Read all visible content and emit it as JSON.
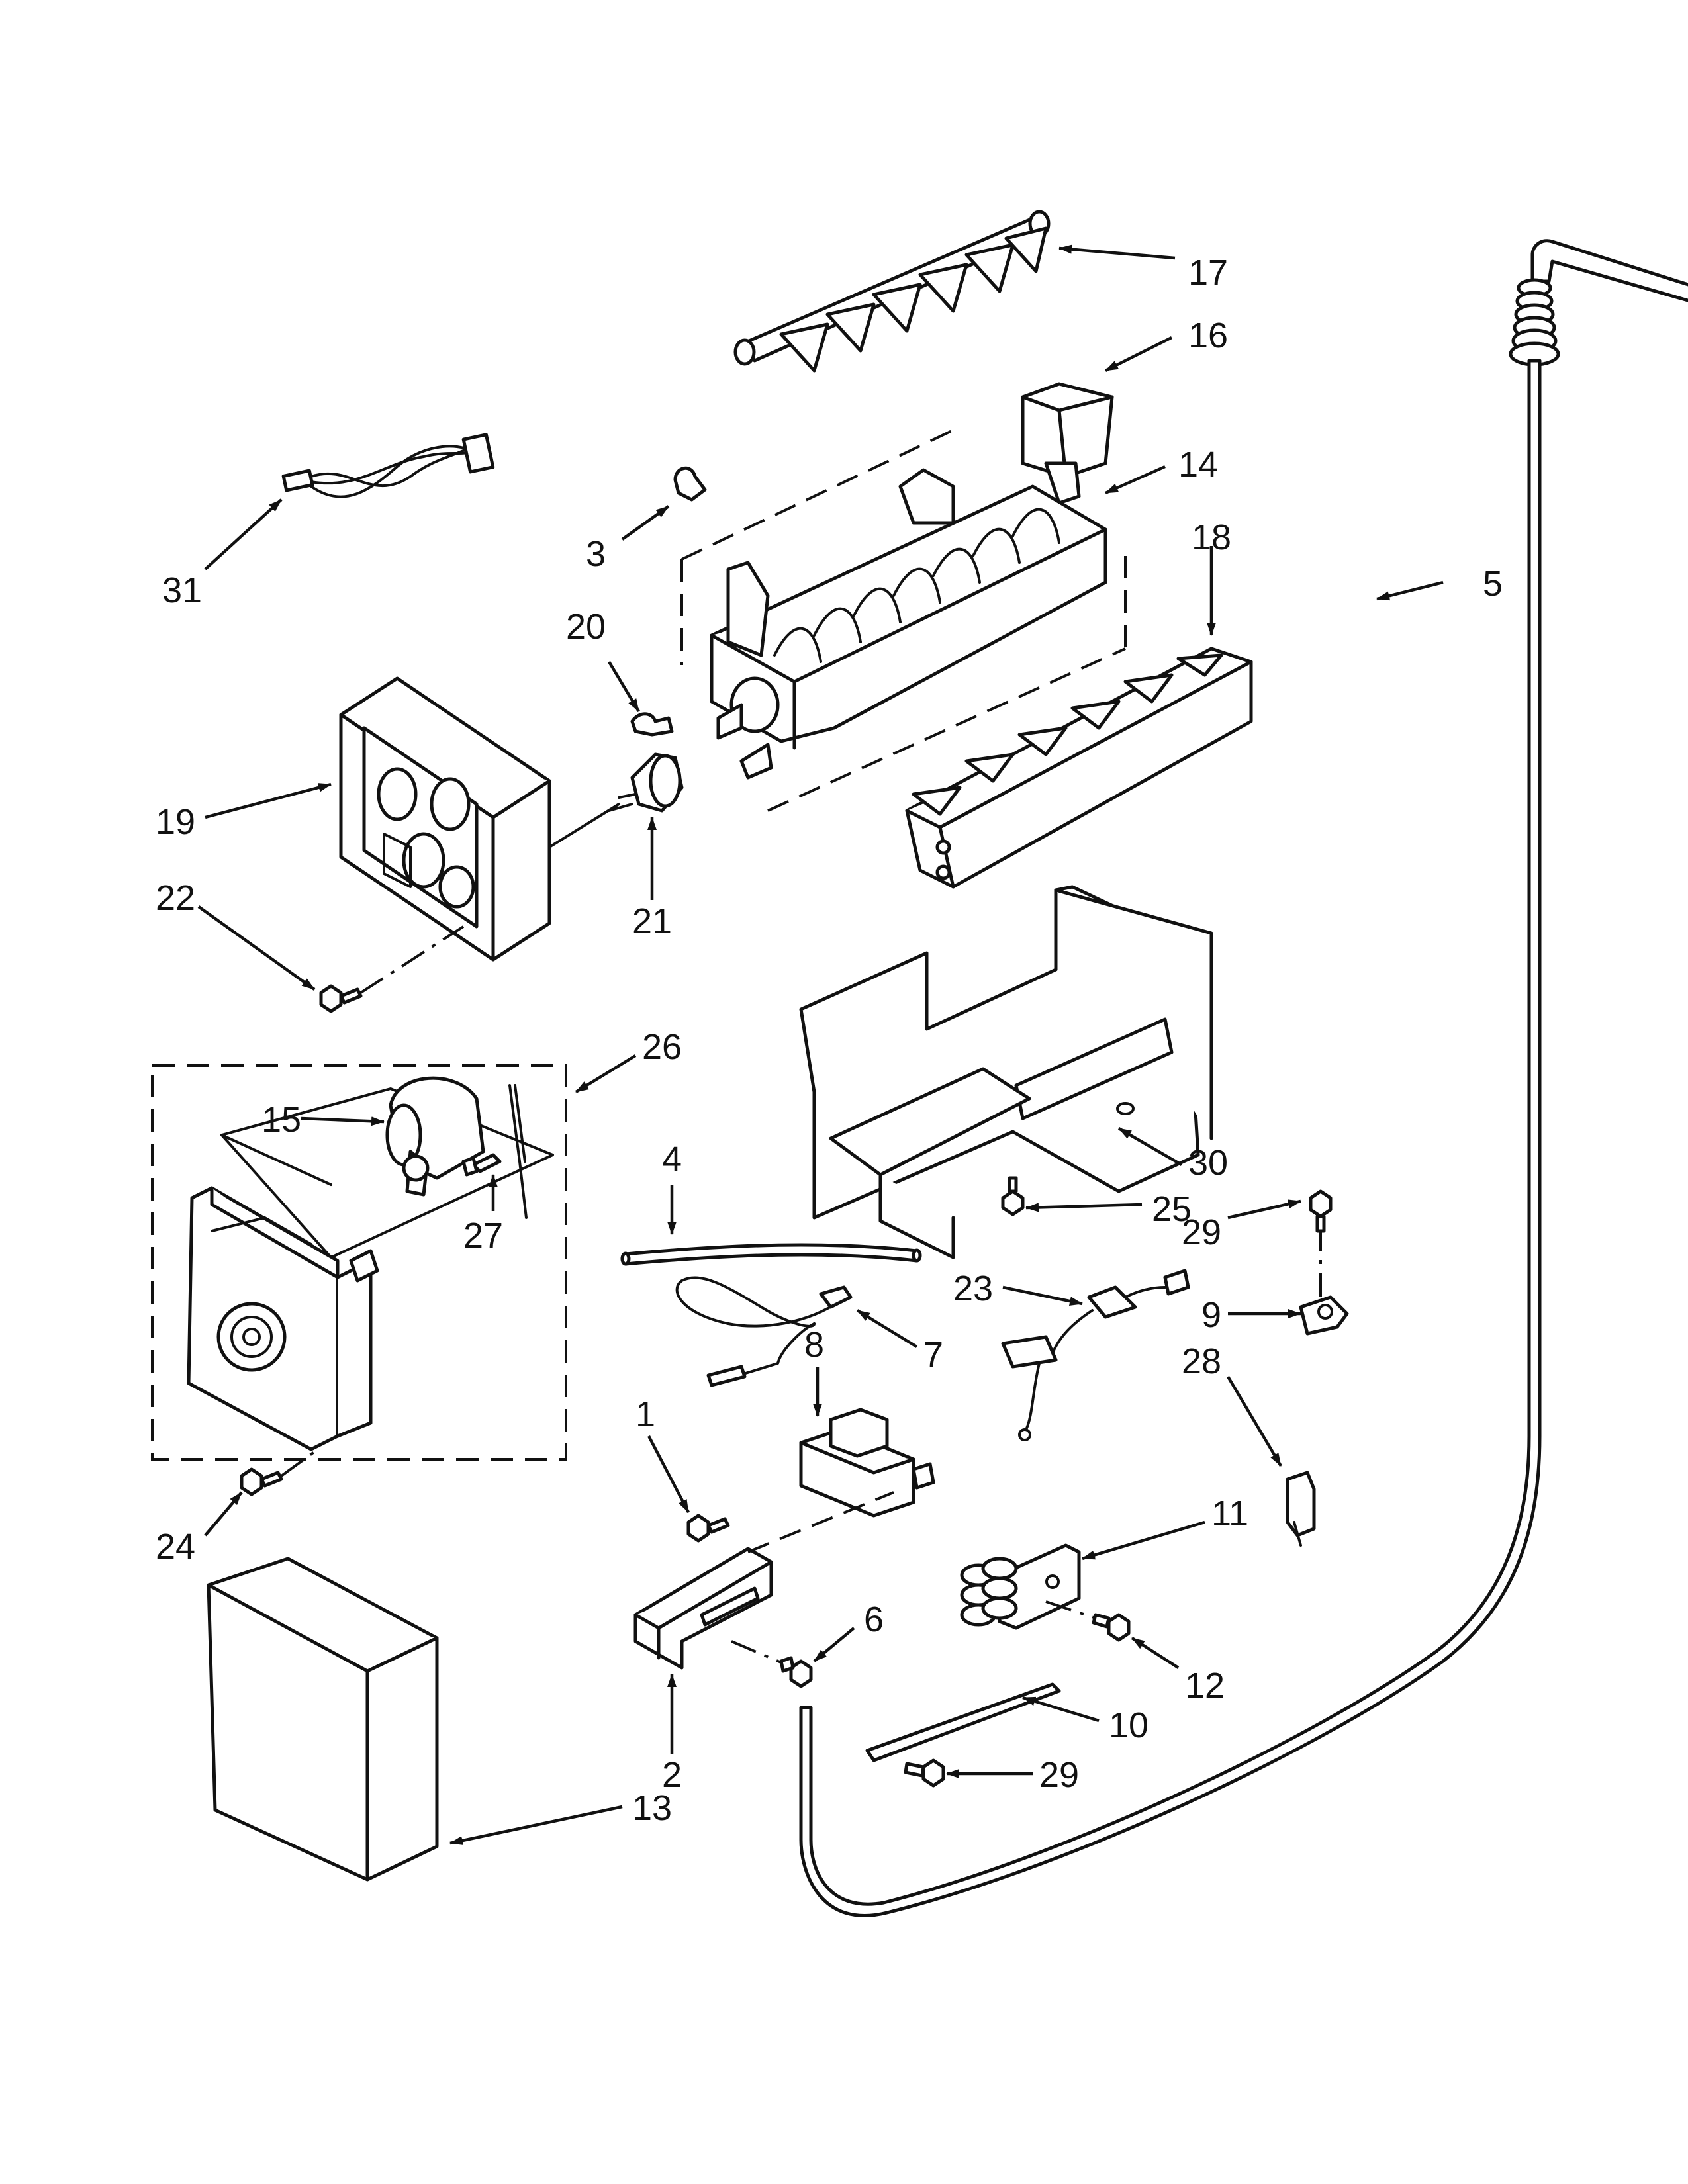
{
  "callouts": {
    "c1": "1",
    "c2": "2",
    "c3": "3",
    "c4": "4",
    "c5": "5",
    "c6": "6",
    "c7": "7",
    "c8": "8",
    "c9": "9",
    "c10": "10",
    "c11": "11",
    "c12": "12",
    "c13": "13",
    "c14": "14",
    "c15": "15",
    "c16": "16",
    "c17": "17",
    "c18": "18",
    "c19": "19",
    "c20": "20",
    "c21": "21",
    "c22": "22",
    "c23": "23",
    "c24": "24",
    "c25": "25",
    "c26": "26",
    "c27": "27",
    "c28": "28",
    "c29a": "29",
    "c29b": "29",
    "c30": "30",
    "c31": "31"
  }
}
